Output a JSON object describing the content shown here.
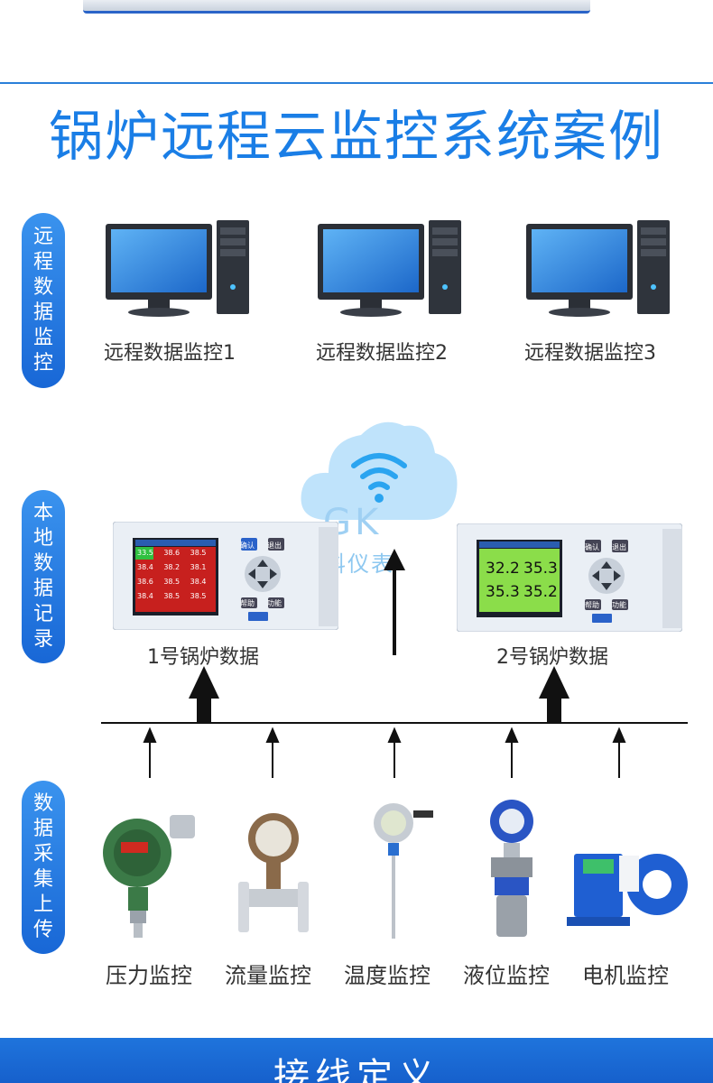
{
  "title": "锅炉远程云监控系统案例",
  "side_labels": {
    "remote": "远程数据监控",
    "local": "本地数据记录",
    "collect": "数据采集上传"
  },
  "computers": [
    {
      "label": "远程数据监控1"
    },
    {
      "label": "远程数据监控2"
    },
    {
      "label": "远程数据监控3"
    }
  ],
  "cloud": {
    "logo": "GK",
    "brand": "桂科仪表"
  },
  "recorders": [
    {
      "label": "1号锅炉数据",
      "screen_values": [
        "33.5",
        "38.6",
        "38.5",
        "38.4",
        "38.2",
        "38.1",
        "38.6",
        "38.5",
        "38.4",
        "38.4",
        "38.5",
        "38.5"
      ],
      "buttons": [
        "确认",
        "退出",
        "帮助",
        "功能"
      ]
    },
    {
      "label": "2号锅炉数据",
      "screen_values": [
        "32.2",
        "35.3",
        "35.3",
        "35.2"
      ],
      "buttons": [
        "确认",
        "退出",
        "帮助",
        "功能"
      ]
    }
  ],
  "sensors": [
    {
      "label": "压力监控",
      "icon": "pressure-transmitter-icon"
    },
    {
      "label": "流量监控",
      "icon": "flow-meter-icon"
    },
    {
      "label": "温度监控",
      "icon": "temperature-sensor-icon"
    },
    {
      "label": "液位监控",
      "icon": "level-meter-icon"
    },
    {
      "label": "电机监控",
      "icon": "current-sensor-icon"
    }
  ],
  "bottom_title": "接线定义",
  "colors": {
    "accent": "#1a7ee6",
    "pill": "#1867d6",
    "band": "#1660cc"
  }
}
